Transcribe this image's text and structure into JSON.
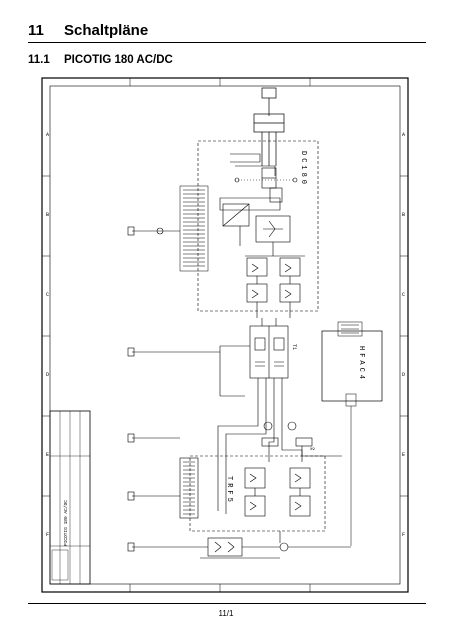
{
  "header": {
    "section_number": "11",
    "section_title": "Schaltpläne",
    "subsection_number": "11.1",
    "subsection_title": "PICOTIG 180 AC/DC"
  },
  "schematic": {
    "labels": {
      "dc_board": "DC180",
      "hf_board": "HFAC4",
      "tr_board": "TRF5",
      "t1": "T1",
      "x9": "X9"
    },
    "edge_letters_top": [
      "A",
      "B",
      "C",
      "D",
      "E",
      "F"
    ],
    "edge_letters_bottom": [
      "A",
      "B",
      "C",
      "D",
      "E",
      "F"
    ],
    "title_block": {
      "name": "PICOTIG 180 AC/DC"
    }
  },
  "footer": {
    "page_number": "11/1"
  }
}
